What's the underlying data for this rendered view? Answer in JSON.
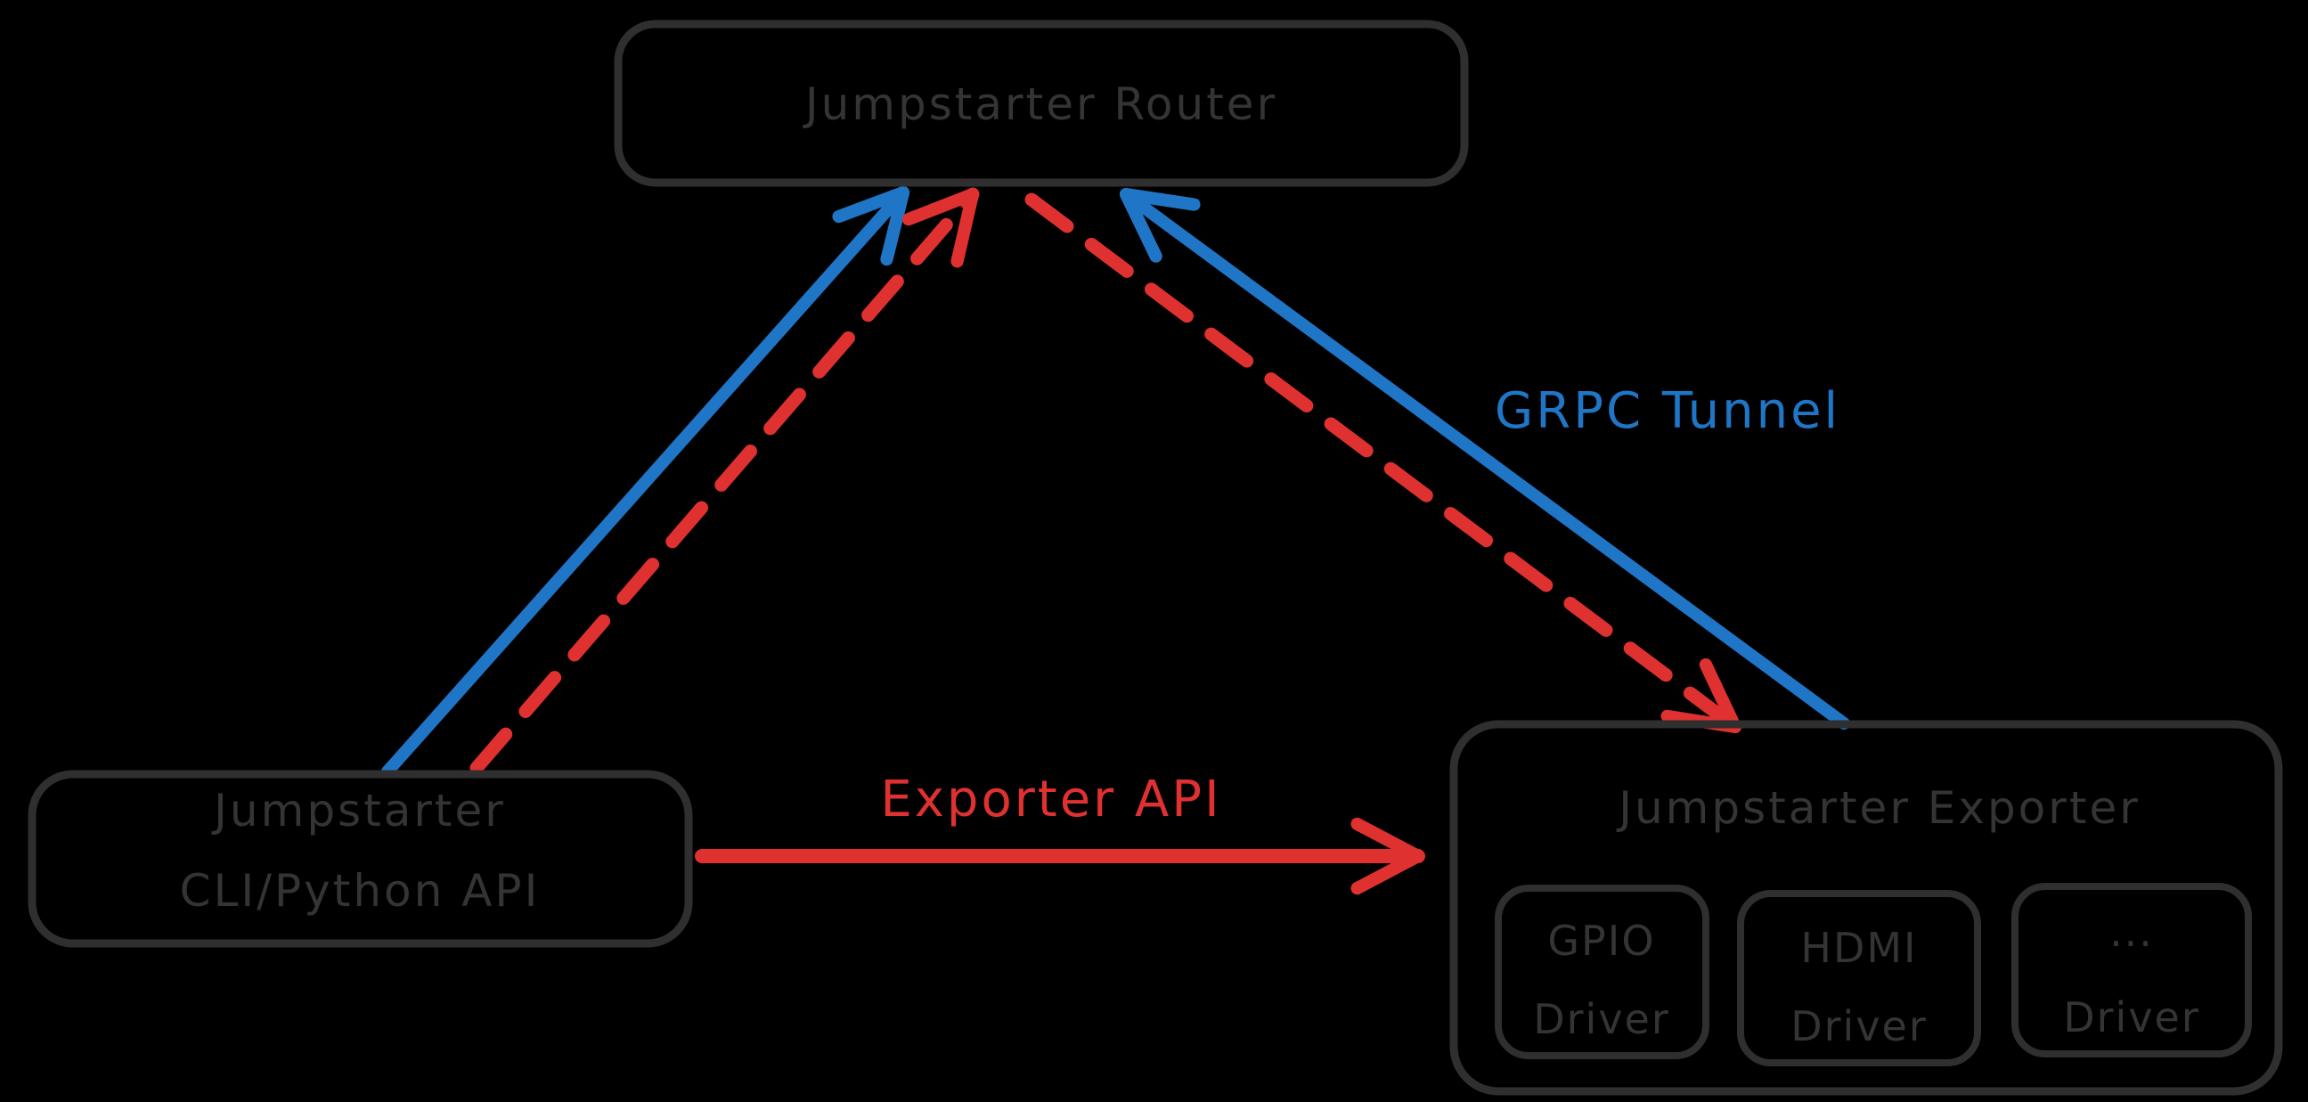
{
  "diagram": {
    "background": "#000000",
    "colors": {
      "box_stroke": "#2f2f2f",
      "box_text": "#343434",
      "blue": "#1f75c6",
      "red": "#e03131"
    },
    "nodes": {
      "router": {
        "label": "Jumpstarter Router"
      },
      "client": {
        "line1": "Jumpstarter",
        "line2": "CLI/Python API"
      },
      "exporter": {
        "label": "Jumpstarter Exporter",
        "drivers": [
          {
            "line1": "GPIO",
            "line2": "Driver"
          },
          {
            "line1": "HDMI",
            "line2": "Driver"
          },
          {
            "line1": "...",
            "line2": "Driver"
          }
        ]
      }
    },
    "edges": {
      "grpc_tunnel": {
        "label": "GRPC Tunnel",
        "color": "#1f75c6"
      },
      "exporter_api": {
        "label": "Exporter API",
        "color": "#e03131"
      }
    }
  }
}
